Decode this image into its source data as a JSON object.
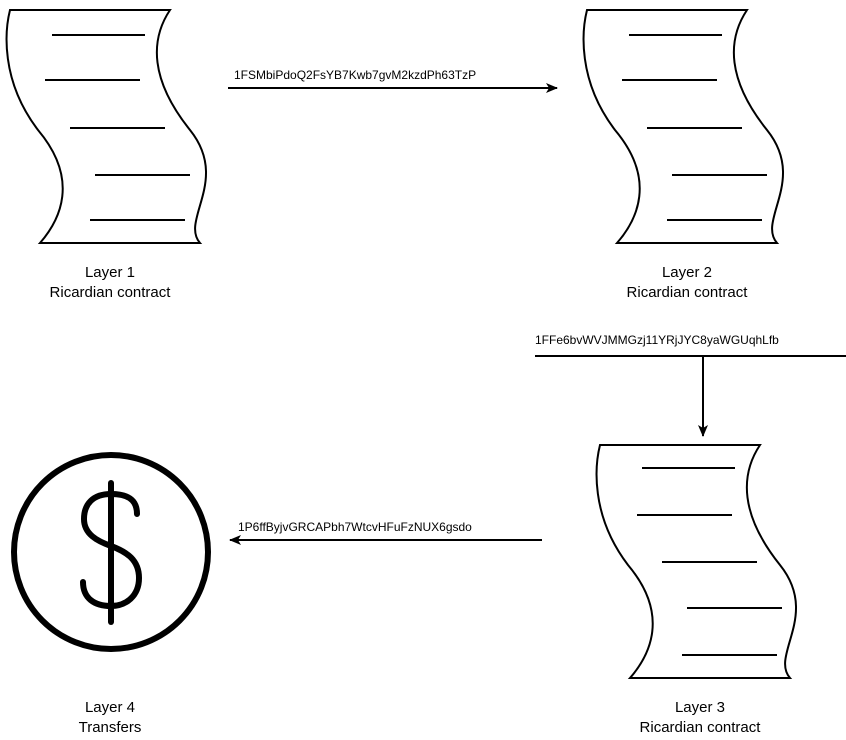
{
  "nodes": [
    {
      "id": "layer-1",
      "kind": "document",
      "title": "Layer 1",
      "subtitle": "Ricardian contract"
    },
    {
      "id": "layer-2",
      "kind": "document",
      "title": "Layer 2",
      "subtitle": "Ricardian contract"
    },
    {
      "id": "layer-3",
      "kind": "document",
      "title": "Layer 3",
      "subtitle": "Ricardian contract"
    },
    {
      "id": "layer-4",
      "kind": "dollar-coin",
      "title": "Layer 4",
      "subtitle": "Transfers"
    }
  ],
  "edges": [
    {
      "from": "layer-1",
      "to": "layer-2",
      "label": "1FSMbiPdoQ2FsYB7Kwb7gvM2kzdPh63TzP"
    },
    {
      "from": "layer-2",
      "to": "layer-3",
      "label": "1FFe6bvWVJMMGzj11YRjJYC8yaWGUqhLfb"
    },
    {
      "from": "layer-3",
      "to": "layer-4",
      "label": "1P6ffByjvGRCAPbh7WtcvHFuFzNUX6gsdo"
    }
  ],
  "colors": {
    "stroke": "#000000",
    "background": "#ffffff"
  }
}
